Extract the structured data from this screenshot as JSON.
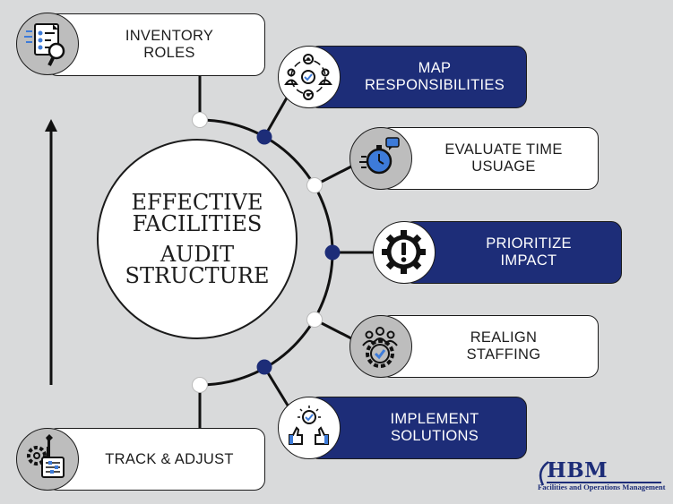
{
  "title_lines": [
    "EFFECTIVE",
    "FACILITIES",
    "AUDIT",
    "STRUCTURE"
  ],
  "steps": [
    {
      "label": "INVENTORY ROLES",
      "icon": "document-magnifier-icon",
      "style": "white"
    },
    {
      "label": "MAP RESPONSIBILITIES",
      "icon": "people-gears-cycle-icon",
      "style": "blue"
    },
    {
      "label": "EVALUATE TIME USUAGE",
      "icon": "stopwatch-chat-icon",
      "style": "white"
    },
    {
      "label": "PRIORITIZE IMPACT",
      "icon": "gear-exclamation-icon",
      "style": "blue"
    },
    {
      "label": "REALIGN STAFFING",
      "icon": "team-gear-icon",
      "style": "white"
    },
    {
      "label": "IMPLEMENT SOLUTIONS",
      "icon": "thumbs-up-lightbulb-icon",
      "style": "blue"
    },
    {
      "label": "TRACK & ADJUST",
      "icon": "wrench-gear-clipboard-icon",
      "style": "white"
    }
  ],
  "logo": {
    "name": "HBM",
    "tagline": "Facilities and Operations Management"
  },
  "colors": {
    "navy": "#1d2d78",
    "background": "#d9dadb",
    "icon_gray": "#bdbdbd",
    "accent_blue": "#3d7bd9"
  }
}
